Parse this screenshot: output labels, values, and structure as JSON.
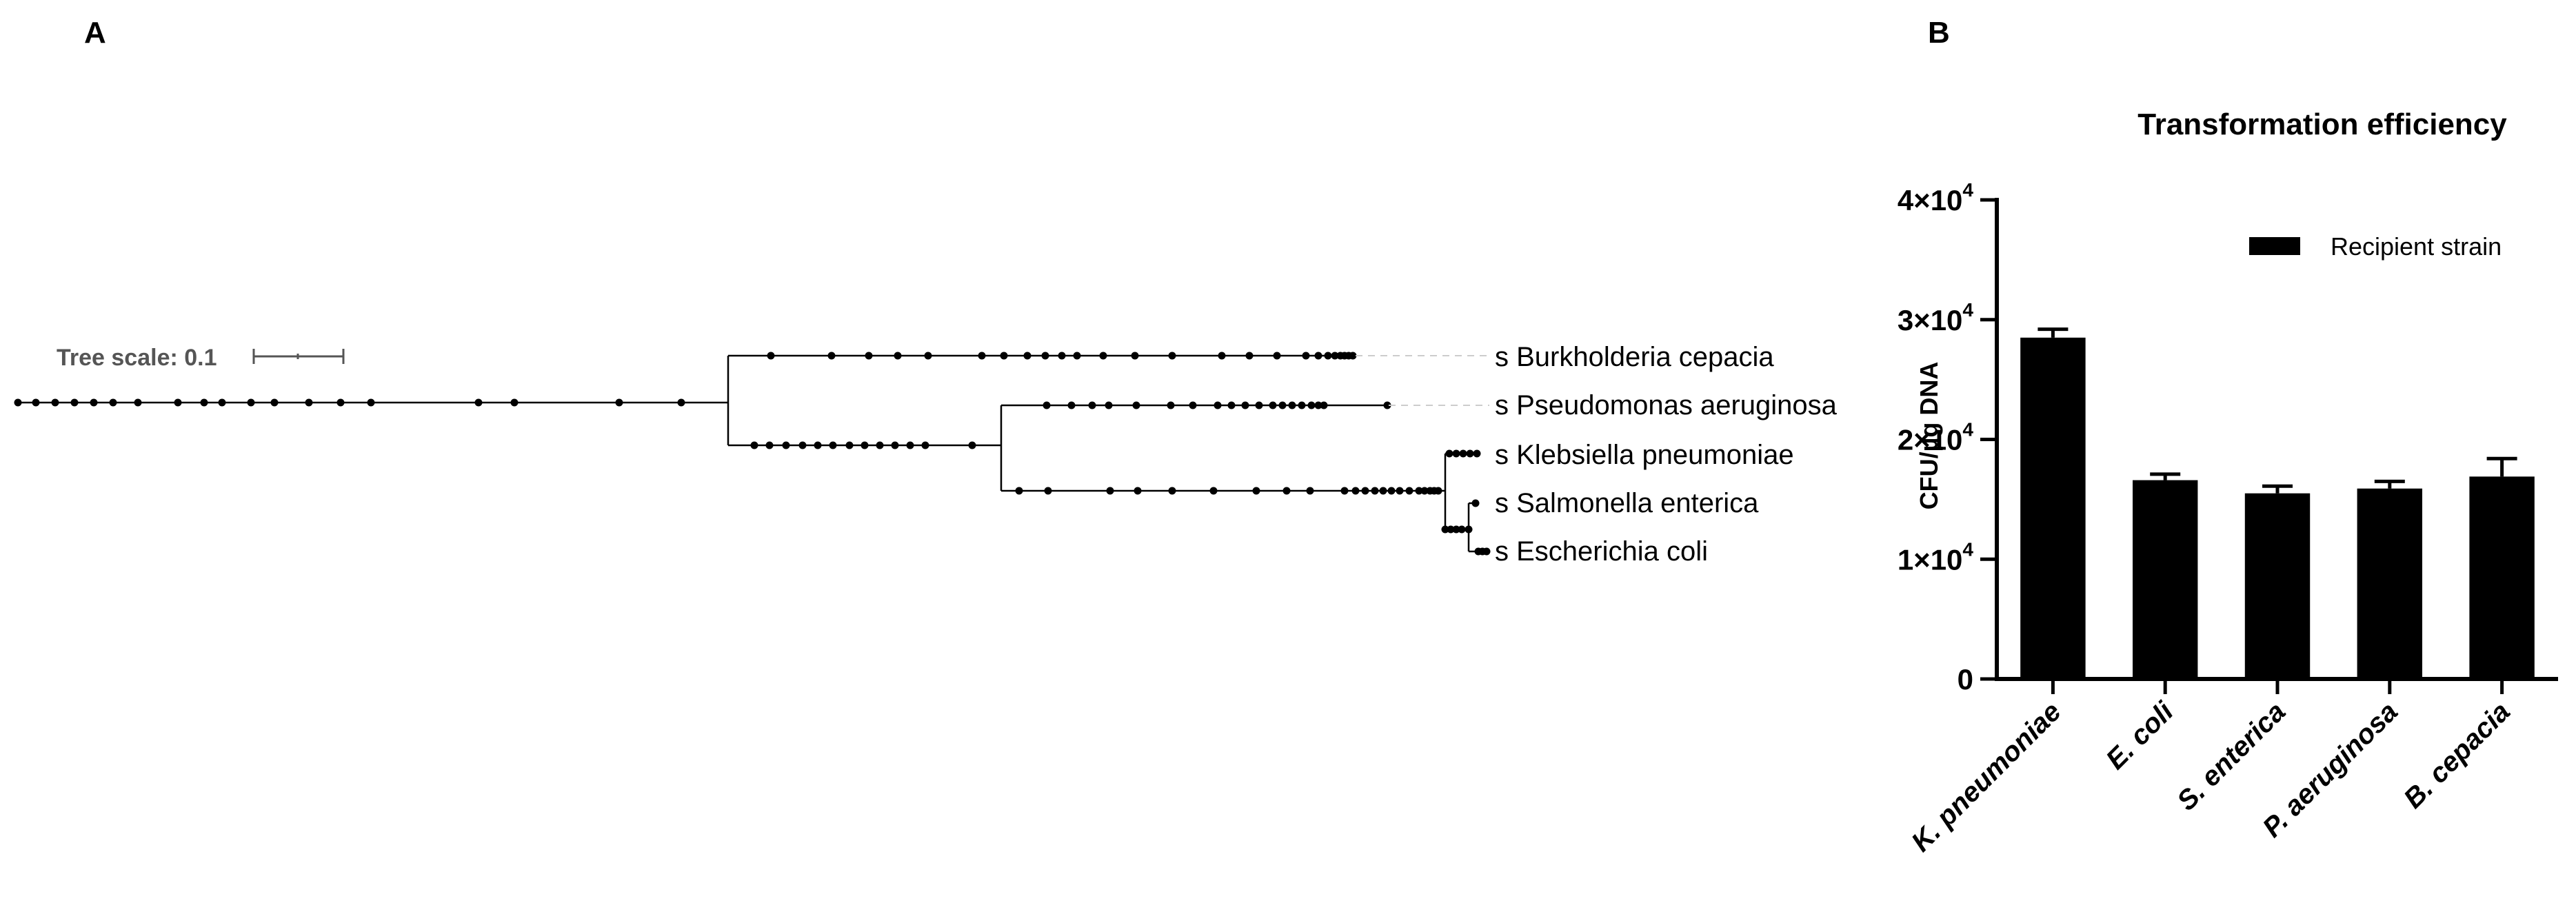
{
  "panel_a": {
    "label": "A",
    "tree_scale_label": "Tree scale: 0.1",
    "taxa": [
      "s Burkholderia cepacia",
      "s Pseudomonas aeruginosa",
      "s Klebsiella pneumoniae",
      "s Salmonella enterica",
      "s Escherichia coli"
    ]
  },
  "panel_b": {
    "label": "B"
  },
  "chart_data": {
    "type": "bar",
    "title": "Transformation efficiency",
    "xlabel": "",
    "ylabel": "CFU/µg DNA",
    "ylim": [
      0,
      40000
    ],
    "yticks": [
      {
        "value": 0,
        "base": "0",
        "exp": ""
      },
      {
        "value": 10000,
        "base": "1×10",
        "exp": "4"
      },
      {
        "value": 20000,
        "base": "2×10",
        "exp": "4"
      },
      {
        "value": 30000,
        "base": "3×10",
        "exp": "4"
      },
      {
        "value": 40000,
        "base": "4×10",
        "exp": "4"
      }
    ],
    "categories": [
      "K. pneumoniae",
      "E. coli",
      "S. enterica",
      "P. aeruginosa",
      "B. cepacia"
    ],
    "series": [
      {
        "name": "Recipient strain",
        "values": [
          28500,
          16600,
          15500,
          15900,
          16900
        ],
        "errors": [
          700,
          500,
          600,
          600,
          1500
        ],
        "color": "#000000"
      }
    ],
    "grid": false,
    "legend_position": "top-right"
  }
}
